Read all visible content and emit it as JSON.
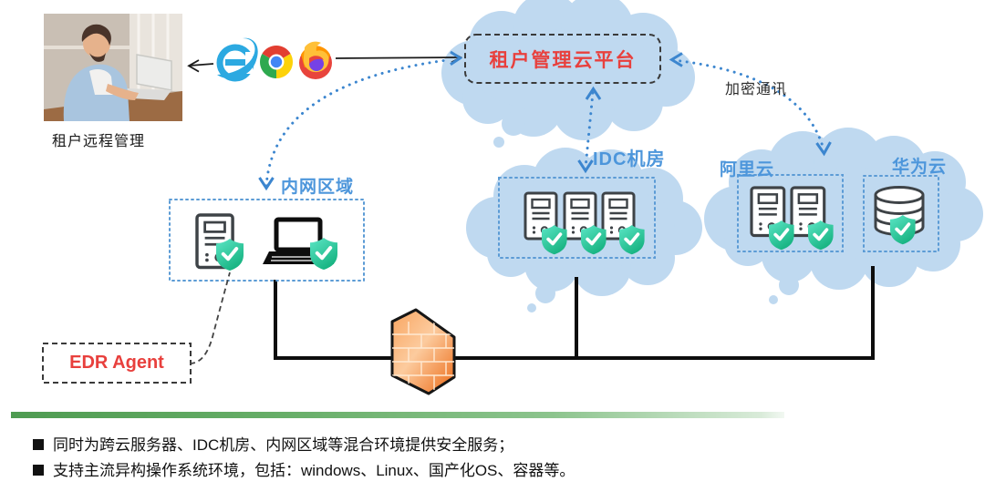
{
  "scene": {
    "user": {
      "label": "租户远程管理",
      "photo": "person-typing-on-laptop"
    },
    "browsers": {
      "icons": [
        "internet-explorer",
        "chrome",
        "firefox"
      ]
    },
    "platform": {
      "label": "租户管理云平台"
    },
    "links": {
      "encrypted_label": "加密通讯"
    },
    "zones": {
      "intranet": {
        "label": "内网区域",
        "devices": [
          "server",
          "laptop"
        ],
        "protected": true
      },
      "idc": {
        "label": "IDC机房",
        "devices": [
          "server",
          "server",
          "server"
        ],
        "protected": true
      },
      "aliyun": {
        "label": "阿里云",
        "devices": [
          "server",
          "server"
        ],
        "protected": true
      },
      "huawei": {
        "label": "华为云",
        "devices": [
          "database"
        ],
        "protected": true
      }
    },
    "edr": {
      "label": "EDR Agent"
    },
    "firewall": {
      "icon": "firewall-brick-wall"
    }
  },
  "notes": {
    "items": [
      "同时为跨云服务器、IDC机房、内网区域等混合环境提供安全服务；",
      "支持主流异构操作系统环境，包括：windows、Linux、国产化OS、容器等。"
    ]
  },
  "colors": {
    "cloud_fill": "#BFD9F0",
    "zone_label_blue": "#4D96DB",
    "accent_red": "#E8403D",
    "dotted_link_blue": "#3C86CF",
    "shield_top": "#55E3C0",
    "shield_bottom": "#17B381",
    "divider_green": "#4E9B51",
    "firewall_orange": "#F08033"
  }
}
